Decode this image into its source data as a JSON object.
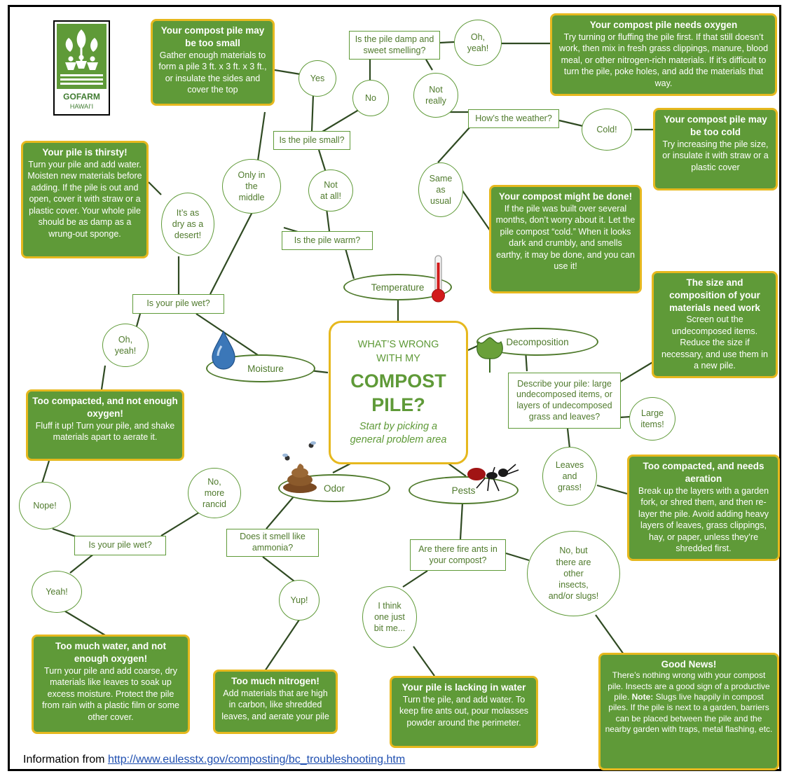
{
  "logo": {
    "name": "GOFARM",
    "sub": "HAWAI‘I"
  },
  "center": {
    "line1": "WHAT’S WRONG\nWITH MY",
    "line2": "COMPOST\nPILE?",
    "line3": "Start by picking a\ngeneral problem area"
  },
  "areas": {
    "temperature": "Temperature",
    "moisture": "Moisture",
    "decomposition": "Decomposition",
    "odor": "Odor",
    "pests": "Pests"
  },
  "questions": {
    "damp_sweet": "Is the pile damp and\nsweet smelling?",
    "weather": "How’s the weather?",
    "pile_small": "Is the pile small?",
    "pile_warm": "Is the pile warm?",
    "pile_wet_moisture": "Is your pile wet?",
    "describe": "Describe your pile: large\nundecomposed items, or\nlayers of undecomposed\ngrass and leaves?",
    "ammonia": "Does it smell like\nammonia?",
    "pile_wet_odor": "Is your pile wet?",
    "fire_ants": "Are there fire ants in\nyour compost?"
  },
  "answers": {
    "oh_yeah_top": "Oh,\nyeah!",
    "yes": "Yes",
    "no": "No",
    "not_really": "Not\nreally",
    "cold": "Cold!",
    "same_as_usual": "Same\nas\nusual",
    "not_at_all": "Not\nat all!",
    "only_middle": "Only in\nthe\nmiddle",
    "dry_desert": "It’s as\ndry as a\ndesert!",
    "oh_yeah_left": "Oh,\nyeah!",
    "large_items": "Large\nitems!",
    "leaves_grass": "Leaves\nand\ngrass!",
    "nope": "Nope!",
    "more_rancid": "No,\nmore\nrancid",
    "yeah": "Yeah!",
    "yup": "Yup!",
    "bit_me": "I think\none just\nbit me...",
    "other_insects": "No, but\nthere are\nother\ninsects,\nand/or slugs!"
  },
  "solutions": {
    "oxygen": {
      "title": "Your compost pile needs oxygen",
      "body": "Try turning or fluffing the pile first. If that still doesn’t work, then mix in fresh grass clippings, manure, blood meal, or other nitrogen-rich materials. If it’s difficult to turn the pile, poke holes, and add the materials that way."
    },
    "too_small": {
      "title": "Your compost pile may be too small",
      "body": "Gather enough materials to form a pile 3 ft. x 3 ft. x 3 ft., or insulate the sides and cover the top"
    },
    "too_cold": {
      "title": "Your compost pile may be too cold",
      "body": "Try increasing the pile size, or insulate it with straw or a plastic cover"
    },
    "thirsty": {
      "title": "Your pile is thirsty!",
      "body": "Turn your pile and add water. Moisten new materials before adding. If the pile is out and open, cover it with straw or a plastic cover. Your whole pile should be as damp as a wrung-out sponge."
    },
    "done": {
      "title": "Your compost might be done!",
      "body": "If the pile was built over several months, don’t worry about it. Let the pile compost “cold.” When it looks dark and crumbly, and smells earthy, it may be done, and you can use it!"
    },
    "size_composition": {
      "title": "The size and composition of your materials need work",
      "body": "Screen out the undecomposed items. Reduce the size if necessary, and use them in a new pile."
    },
    "compacted_oxygen": {
      "title": "Too compacted, and not enough oxygen!",
      "body": "Fluff it up! Turn your pile, and shake materials apart to aerate it."
    },
    "compacted_aeration": {
      "title": "Too compacted, and needs aeration",
      "body": "Break up the layers with a garden fork, or shred them, and then re-layer the pile. Avoid adding heavy layers of leaves, grass clippings, hay, or paper, unless they’re shredded first."
    },
    "too_much_water": {
      "title": "Too much water, and not enough oxygen!",
      "body": "Turn your pile and add coarse, dry materials like leaves to soak up excess moisture. Protect the pile from rain with a plastic film or some other cover."
    },
    "too_much_nitrogen": {
      "title": "Too much nitrogen!",
      "body": "Add materials that are high in carbon, like shredded leaves, and aerate your pile"
    },
    "lacking_water": {
      "title": "Your pile is lacking in water",
      "body": "Turn the pile, and add water. To keep fire ants out, pour molasses powder around the perimeter."
    },
    "good_news": {
      "title": "Good News!",
      "body": "There’s nothing wrong with your compost pile. Insects are a good sign of a productive pile.",
      "note_label": "Note:",
      "note": " Slugs live happily in compost piles. If the pile is next to a garden, barriers can be placed between the pile and the nearby garden with traps, metal flashing, etc."
    }
  },
  "footer": {
    "prefix": "Information from ",
    "link": "http://www.eulesstx.gov/composting/bc_troubleshooting.htm"
  },
  "colors": {
    "green": "#5f9a38",
    "gold": "#e6b81e",
    "dark_green": "#4f7a2c"
  }
}
